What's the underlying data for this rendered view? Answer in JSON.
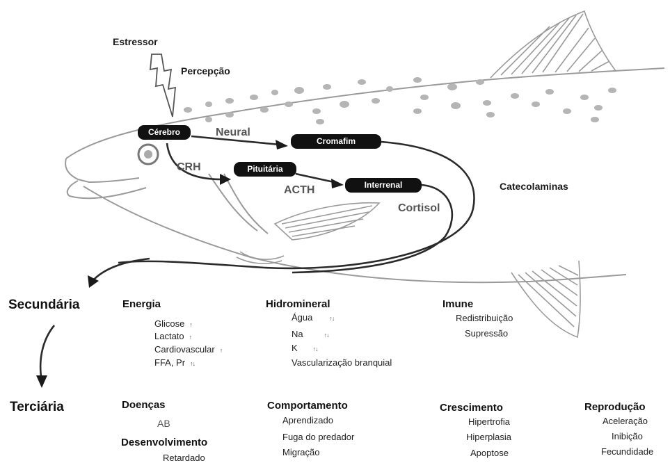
{
  "labels": {
    "estressor": "Estressor",
    "percepcao": "Percepção",
    "neural": "Neural",
    "crh": "CRH",
    "acth": "ACTH",
    "cortisol": "Cortisol",
    "catecolaminas": "Catecolaminas"
  },
  "nodes": {
    "cerebro": "Cérebro",
    "cromafim": "Cromafim",
    "pituitaria": "Pituitária",
    "interrenal": "Interrenal"
  },
  "levels": {
    "secundaria": "Secundária",
    "terciaria": "Terciária"
  },
  "secondary": {
    "energia": {
      "title": "Energia",
      "items": [
        {
          "text": "Glicose",
          "arrows": "↑"
        },
        {
          "text": "Lactato",
          "arrows": "↑"
        },
        {
          "text": "Cardiovascular",
          "arrows": "↑"
        },
        {
          "text": "FFA, Pr",
          "arrows": "↑↓"
        }
      ]
    },
    "hidromineral": {
      "title": "Hidromineral",
      "items": [
        {
          "text": "Água",
          "arrows": "↑↓"
        },
        {
          "text": "Na",
          "arrows": "↑↓"
        },
        {
          "text": "K",
          "arrows": "↑↓"
        },
        {
          "text": "Vascularização branquial",
          "arrows": ""
        }
      ]
    },
    "imune": {
      "title": "Imune",
      "items": [
        "Redistribuição",
        "Supressão"
      ]
    }
  },
  "tertiary": {
    "doencas": {
      "title": "Doenças",
      "items": [
        "AB"
      ]
    },
    "desenvolvimento": {
      "title": "Desenvolvimento",
      "items": [
        "Retardado"
      ]
    },
    "comportamento": {
      "title": "Comportamento",
      "items": [
        "Aprendizado",
        "Fuga do predador",
        "Migração"
      ]
    },
    "crescimento": {
      "title": "Crescimento",
      "items": [
        "Hipertrofia",
        "Hiperplasia",
        "Apoptose"
      ]
    },
    "reproducao": {
      "title": "Reprodução",
      "items": [
        "Aceleração",
        "Inibição",
        "Fecundidade"
      ]
    }
  },
  "icons": [
    "lightning-bolt-icon",
    "fish-illustration"
  ]
}
